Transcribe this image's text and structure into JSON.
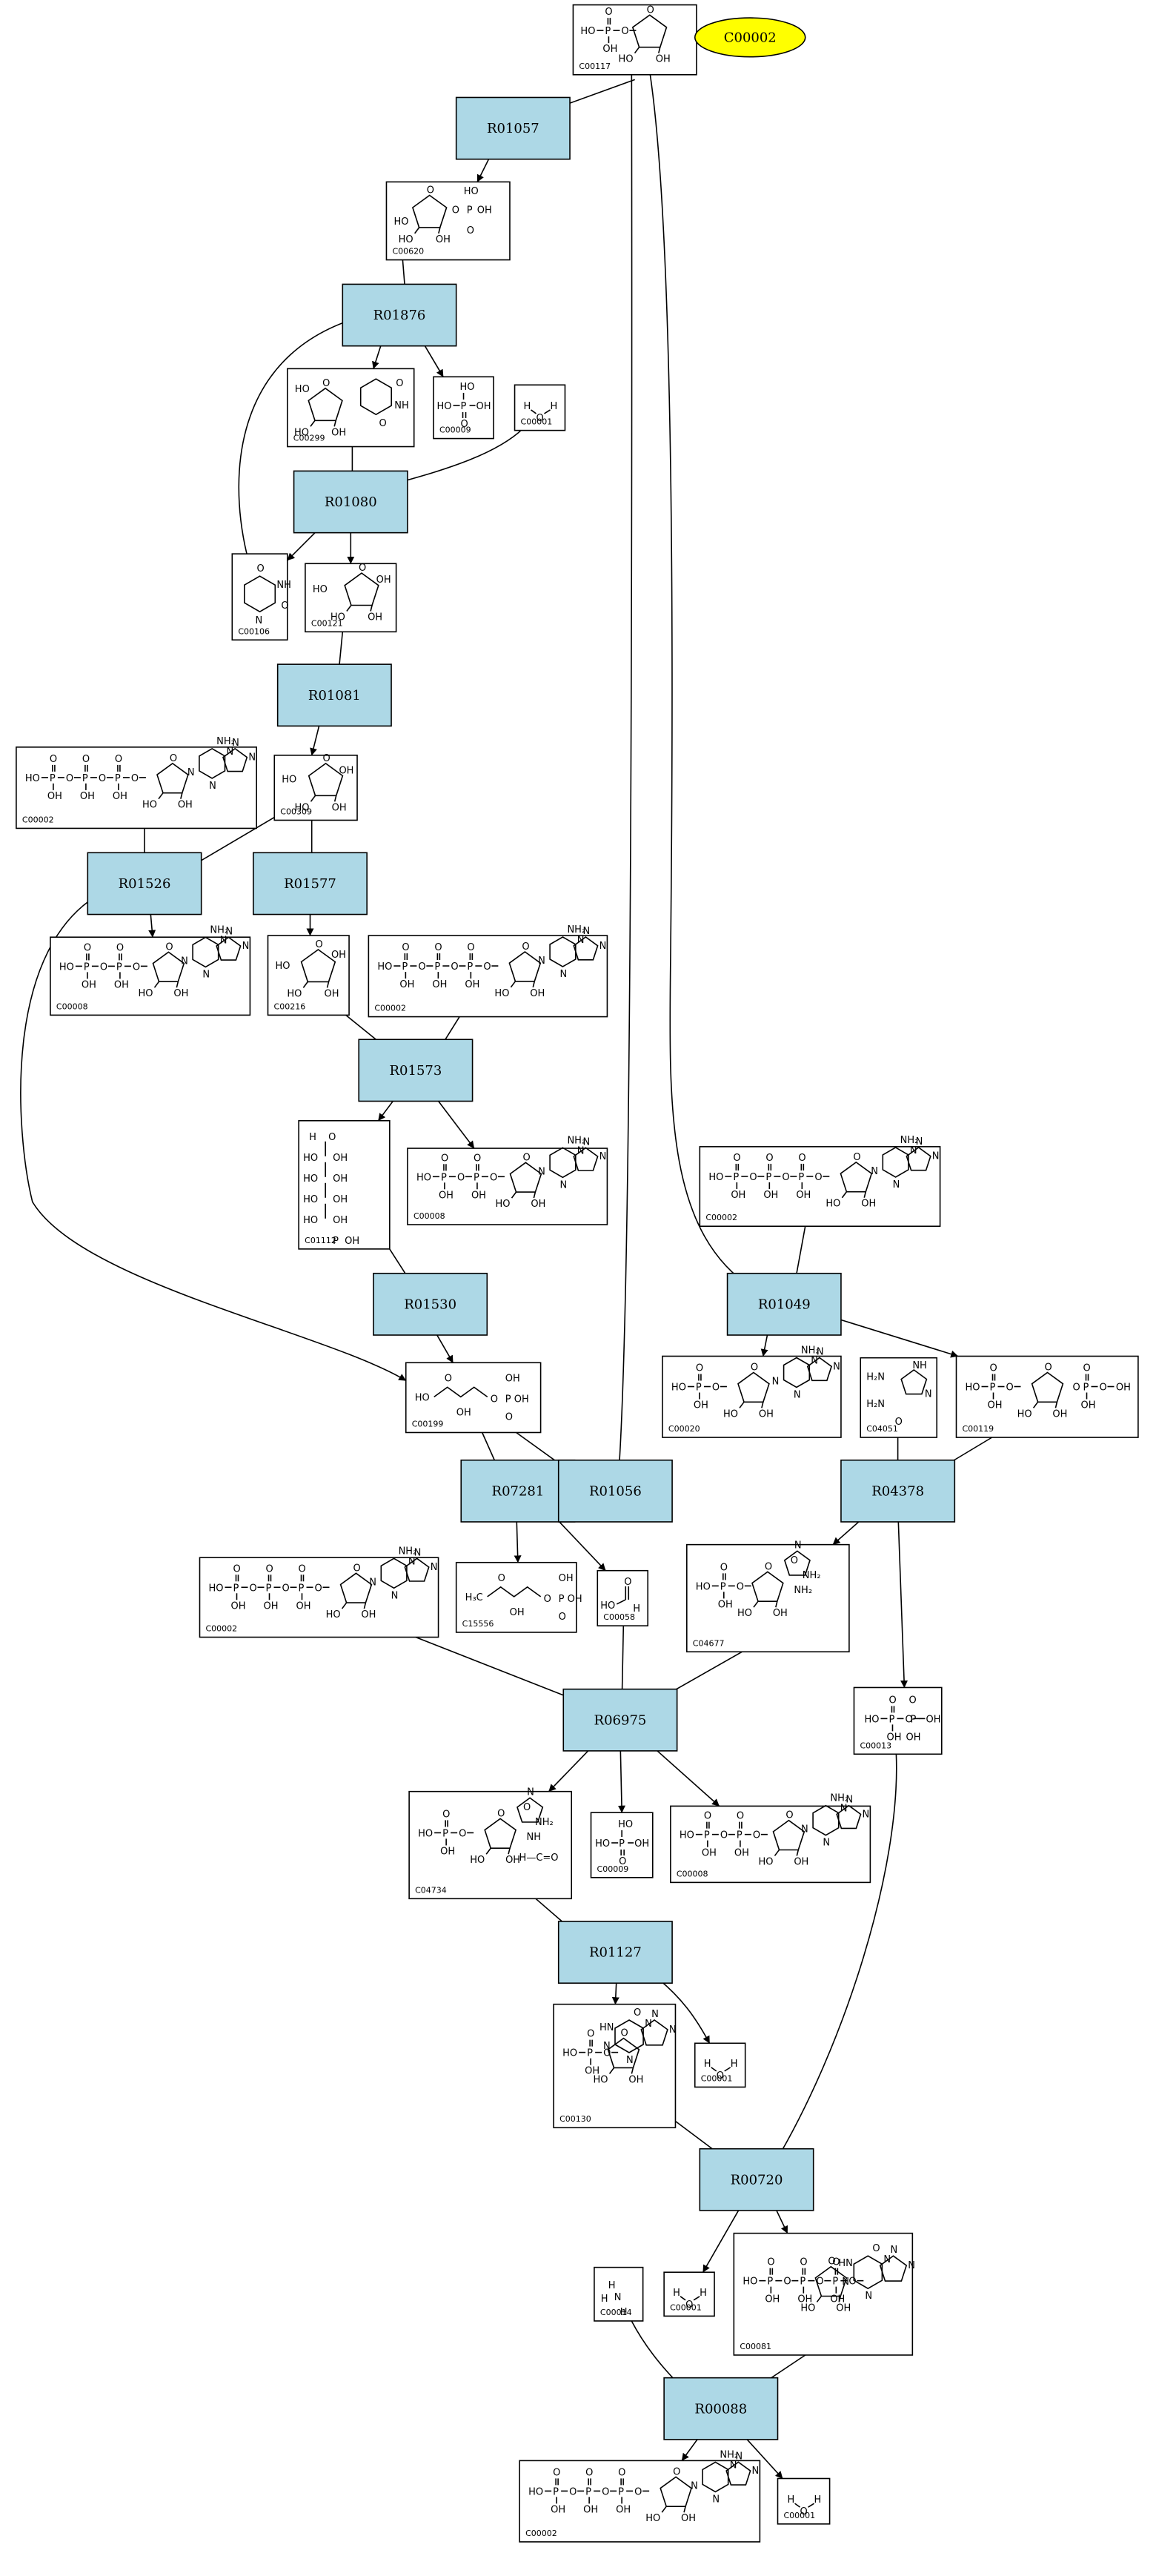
{
  "colors": {
    "reaction_fill": "#add8e6",
    "highlight_fill": "#ffff00"
  },
  "highlight": {
    "label": "C00002"
  },
  "compounds": {
    "c00117": {
      "id": "C00117",
      "structure": "ribose-5-phosphate"
    },
    "c00620": {
      "id": "C00620",
      "structure": "ribose-1-phosphate"
    },
    "c00299": {
      "id": "C00299",
      "structure": "uridine"
    },
    "c00009a": {
      "id": "C00009",
      "structure": "phosphate"
    },
    "c00001a": {
      "id": "C00001",
      "structure": "water"
    },
    "c00106": {
      "id": "C00106",
      "structure": "uracil"
    },
    "c00121": {
      "id": "C00121",
      "structure": "ribose"
    },
    "c00002a": {
      "id": "C00002",
      "structure": "ATP"
    },
    "c00309": {
      "id": "C00309",
      "structure": "ribulose"
    },
    "c00008a": {
      "id": "C00008",
      "structure": "ADP"
    },
    "c00216": {
      "id": "C00216",
      "structure": "arabinose"
    },
    "c00002b": {
      "id": "C00002",
      "structure": "ATP"
    },
    "c01112": {
      "id": "C01112",
      "structure": "arabinose-5-phosphate"
    },
    "c00008b": {
      "id": "C00008",
      "structure": "ADP"
    },
    "c00002c": {
      "id": "C00002",
      "structure": "ATP"
    },
    "c00020": {
      "id": "C00020",
      "structure": "AMP"
    },
    "c04051": {
      "id": "C04051",
      "structure": "AICA"
    },
    "c00119": {
      "id": "C00119",
      "structure": "PRPP"
    },
    "c00199": {
      "id": "C00199",
      "structure": "ribulose-5-phosphate"
    },
    "c00002d": {
      "id": "C00002",
      "structure": "ATP"
    },
    "c15556": {
      "id": "C15556",
      "structure": "deoxyxylulose-phosphate"
    },
    "c00058": {
      "id": "C00058",
      "structure": "formate"
    },
    "c04677": {
      "id": "C04677",
      "structure": "AICAR"
    },
    "c00013": {
      "id": "C00013",
      "structure": "diphosphate"
    },
    "c04734": {
      "id": "C04734",
      "structure": "FAICAR"
    },
    "c00009b": {
      "id": "C00009",
      "structure": "phosphate"
    },
    "c00008c": {
      "id": "C00008",
      "structure": "ADP"
    },
    "c00130": {
      "id": "C00130",
      "structure": "IMP"
    },
    "c00001b": {
      "id": "C00001",
      "structure": "water"
    },
    "c00014": {
      "id": "C00014",
      "structure": "ammonia"
    },
    "c00001c": {
      "id": "C00001",
      "structure": "water"
    },
    "c00081": {
      "id": "C00081",
      "structure": "ITP"
    },
    "c00002e": {
      "id": "C00002",
      "structure": "ATP"
    },
    "c00001d": {
      "id": "C00001",
      "structure": "water"
    }
  },
  "reactions": {
    "r01057": {
      "label": "R01057"
    },
    "r01876": {
      "label": "R01876"
    },
    "r01080": {
      "label": "R01080"
    },
    "r01081": {
      "label": "R01081"
    },
    "r01526": {
      "label": "R01526"
    },
    "r01577": {
      "label": "R01577"
    },
    "r01573": {
      "label": "R01573"
    },
    "r01530": {
      "label": "R01530"
    },
    "r01049": {
      "label": "R01049"
    },
    "r04378": {
      "label": "R04378"
    },
    "r07281": {
      "label": "R07281"
    },
    "r01056": {
      "label": "R01056"
    },
    "r06975": {
      "label": "R06975"
    },
    "r01127": {
      "label": "R01127"
    },
    "r00720": {
      "label": "R00720"
    },
    "r00088": {
      "label": "R00088"
    }
  }
}
